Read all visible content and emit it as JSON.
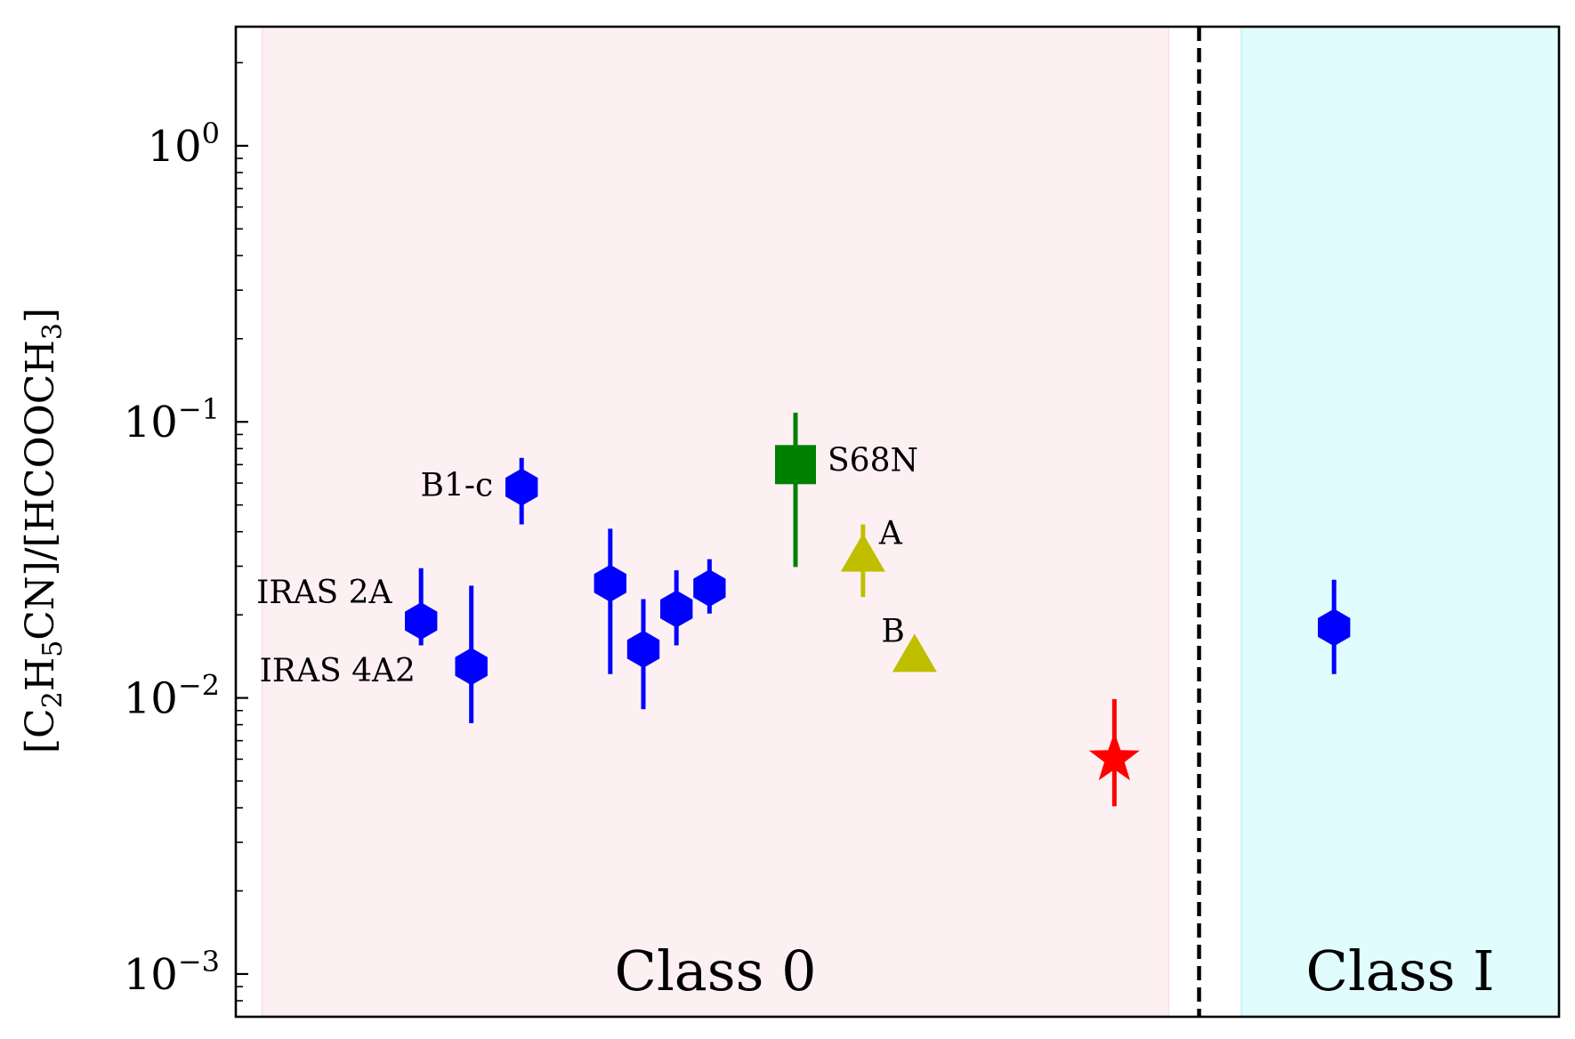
{
  "chart_data": {
    "type": "scatter",
    "title": "",
    "xlabel": "",
    "ylabel": {
      "main": "[C2H5CN]/[HCOOCH3]",
      "parts": [
        "[C",
        "2",
        "H",
        "5",
        "CN]/[HCOOCH",
        "3",
        "]"
      ]
    },
    "yscale": "log",
    "ylim": [
      0.0007,
      2.7
    ],
    "xlim": [
      0,
      100
    ],
    "y_ticks": [
      {
        "value": 1,
        "base": "10",
        "exp": "0"
      },
      {
        "value": 0.1,
        "base": "10",
        "exp": "−1"
      },
      {
        "value": 0.01,
        "base": "10",
        "exp": "−2"
      },
      {
        "value": 0.001,
        "base": "10",
        "exp": "−3"
      }
    ],
    "x_ticks_visible": false,
    "grid": false,
    "regions": [
      {
        "name": "Class 0",
        "x": [
          2,
          70.5
        ],
        "color": "#fdf0f3",
        "border": "#fbe2e7"
      },
      {
        "name": "Class I",
        "x": [
          76,
          100
        ],
        "color": "#e0fcfc",
        "border": "#c9f6f6"
      }
    ],
    "divider": {
      "x": 72.8,
      "style": "dashed",
      "color": "#000000"
    },
    "points": [
      {
        "label": "IRAS 2A",
        "x": 14,
        "y": 0.019,
        "yerr": [
          0.0155,
          0.0295
        ],
        "marker": "hexagon",
        "color": "#0000ff"
      },
      {
        "label": "IRAS 4A2",
        "x": 17.8,
        "y": 0.013,
        "yerr": [
          0.0081,
          0.0255
        ],
        "marker": "hexagon",
        "color": "#0000ff"
      },
      {
        "label": "B1-c",
        "x": 21.6,
        "y": 0.058,
        "yerr": [
          0.0425,
          0.074
        ],
        "marker": "hexagon",
        "color": "#0000ff"
      },
      {
        "label": "",
        "x": 28.3,
        "y": 0.026,
        "yerr": [
          0.0122,
          0.041
        ],
        "marker": "hexagon",
        "color": "#0000ff"
      },
      {
        "label": "",
        "x": 30.8,
        "y": 0.015,
        "yerr": [
          0.0091,
          0.0228
        ],
        "marker": "hexagon",
        "color": "#0000ff"
      },
      {
        "label": "",
        "x": 33.3,
        "y": 0.021,
        "yerr": [
          0.0155,
          0.029
        ],
        "marker": "hexagon",
        "color": "#0000ff"
      },
      {
        "label": "",
        "x": 35.8,
        "y": 0.025,
        "yerr": [
          0.0202,
          0.0318
        ],
        "marker": "hexagon",
        "color": "#0000ff"
      },
      {
        "label": "S68N",
        "x": 42.3,
        "y": 0.07,
        "yerr": [
          0.0298,
          0.108
        ],
        "marker": "square",
        "color": "#008000"
      },
      {
        "label": "A",
        "x": 47.4,
        "y": 0.033,
        "yerr": [
          0.0232,
          0.0425
        ],
        "marker": "triangle",
        "color": "#bfbf00"
      },
      {
        "label": "B",
        "x": 51.3,
        "y": 0.0143,
        "yerr": null,
        "marker": "triangle",
        "color": "#bfbf00"
      },
      {
        "label": "",
        "x": 66.4,
        "y": 0.0062,
        "yerr": [
          0.00405,
          0.0099
        ],
        "marker": "star",
        "color": "#ff0000"
      },
      {
        "label": "",
        "x": 83.0,
        "y": 0.018,
        "yerr": [
          0.0122,
          0.0268
        ],
        "marker": "hexagon",
        "color": "#0000ff"
      }
    ]
  }
}
